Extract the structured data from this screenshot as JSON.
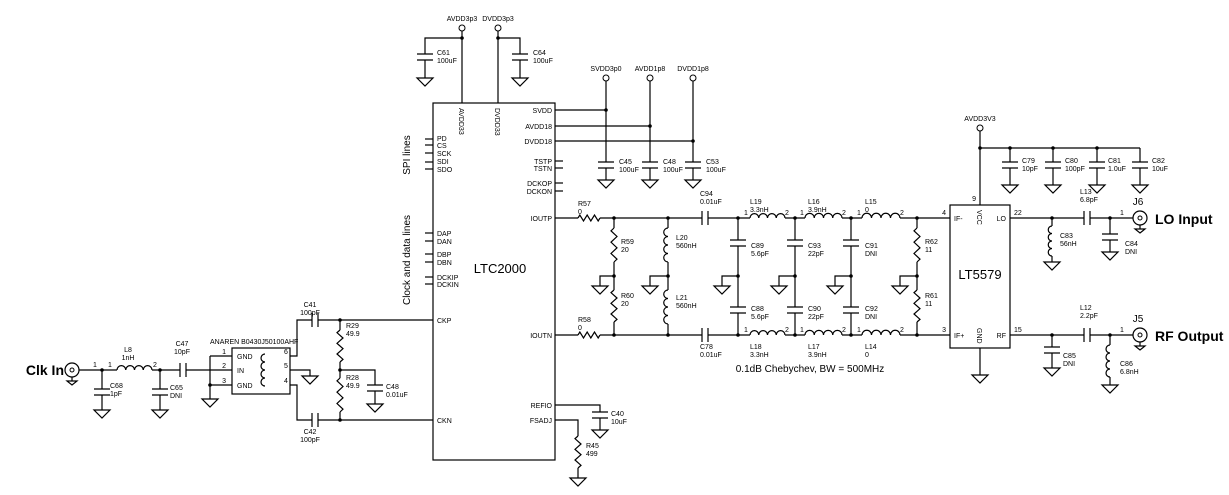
{
  "titles": {
    "clk_in": "Clk In",
    "lo_input": "LO Input",
    "rf_output": "RF Output",
    "ltc2000": "LTC2000",
    "lt5579": "LT5579",
    "transformer": "ANAREN B0430J50100AHF",
    "filter_note": "0.1dB Chebychev, BW = 500MHz",
    "spi_lines": "SPI lines",
    "clock_data_lines": "Clock and data lines",
    "j6": "J6",
    "j5": "J5"
  },
  "nets": {
    "avdd3p3": "AVDD3p3",
    "dvdd3p3": "DVDD3p3",
    "svdd3p0": "SVDD3p0",
    "avdd1p8": "AVDD1p8",
    "dvdd1p8": "DVDD1p8",
    "avdd3v3": "AVDD3V3"
  },
  "ltc_pins": {
    "pd": "PD",
    "cs": "CS",
    "sck": "SCK",
    "sdi": "SDI",
    "sdo": "SDO",
    "dap": "DAP",
    "dan": "DAN",
    "dbp": "DBP",
    "dbn": "DBN",
    "dckip": "DCKIP",
    "dckin": "DCKIN",
    "ckp": "CKP",
    "ckn": "CKN",
    "svdd": "SVDD",
    "avdd18": "AVDD18",
    "dvdd18": "DVDD18",
    "tstp": "TSTP",
    "tstn": "TSTN",
    "dckop": "DCKOP",
    "dckon": "DCKON",
    "ioutp": "IOUTP",
    "ioutn": "IOUTN",
    "refio": "REFIO",
    "fsadj": "FSADJ",
    "avdd33": "AVDD33",
    "dvdd33": "DVDD33"
  },
  "lt_pins": {
    "if_minus": "IF-",
    "if_plus": "IF+",
    "vcc": "VCC",
    "gnd": "GND",
    "lo": "LO",
    "rf": "RF",
    "n4": "4",
    "n3": "3",
    "n9": "9",
    "n22": "22",
    "n15": "15"
  },
  "xfmr_pins": {
    "gnd": "GND",
    "in": "IN",
    "n1": "1",
    "n2": "2",
    "n3": "3",
    "n4": "4",
    "n5": "5",
    "n6": "6"
  },
  "pin_numbers": {
    "one": "1",
    "two": "2"
  },
  "components": {
    "C68": {
      "ref": "C68",
      "value": "1pF"
    },
    "L8": {
      "ref": "L8",
      "value": "1nH"
    },
    "C65": {
      "ref": "C65",
      "value": "DNI"
    },
    "C47": {
      "ref": "C47",
      "value": "10pF"
    },
    "C41": {
      "ref": "C41",
      "value": "100pF"
    },
    "C42": {
      "ref": "C42",
      "value": "100pF"
    },
    "R29": {
      "ref": "R29",
      "value": "49.9"
    },
    "R28": {
      "ref": "R28",
      "value": "49.9"
    },
    "C48_clk": {
      "ref": "C48",
      "value": "0.01uF"
    },
    "C61": {
      "ref": "C61",
      "value": "100uF"
    },
    "C64": {
      "ref": "C64",
      "value": "100uF"
    },
    "C45": {
      "ref": "C45",
      "value": "100uF"
    },
    "C48_sup": {
      "ref": "C48",
      "value": "100uF"
    },
    "C53": {
      "ref": "C53",
      "value": "100uF"
    },
    "R57": {
      "ref": "R57",
      "value": "0"
    },
    "R58": {
      "ref": "R58",
      "value": "0"
    },
    "R59": {
      "ref": "R59",
      "value": "20"
    },
    "R60": {
      "ref": "R60",
      "value": "20"
    },
    "L20": {
      "ref": "L20",
      "value": "560nH"
    },
    "L21": {
      "ref": "L21",
      "value": "560nH"
    },
    "C94": {
      "ref": "C94",
      "value": "0.01uF"
    },
    "C78": {
      "ref": "C78",
      "value": "0.01uF"
    },
    "L19": {
      "ref": "L19",
      "value": "3.3nH"
    },
    "L16": {
      "ref": "L16",
      "value": "3.9nH"
    },
    "L15": {
      "ref": "L15",
      "value": "0"
    },
    "L18": {
      "ref": "L18",
      "value": "3.3nH"
    },
    "L17": {
      "ref": "L17",
      "value": "3.9nH"
    },
    "L14": {
      "ref": "L14",
      "value": "0"
    },
    "C89": {
      "ref": "C89",
      "value": "5.6pF"
    },
    "C88": {
      "ref": "C88",
      "value": "5.6pF"
    },
    "C93": {
      "ref": "C93",
      "value": "22pF"
    },
    "C90": {
      "ref": "C90",
      "value": "22pF"
    },
    "C91": {
      "ref": "C91",
      "value": "DNI"
    },
    "C92": {
      "ref": "C92",
      "value": "DNI"
    },
    "R62": {
      "ref": "R62",
      "value": "11"
    },
    "R61": {
      "ref": "R61",
      "value": "11"
    },
    "C79": {
      "ref": "C79",
      "value": "10pF"
    },
    "C80": {
      "ref": "C80",
      "value": "100pF"
    },
    "C81": {
      "ref": "C81",
      "value": "1.0uF"
    },
    "C82": {
      "ref": "C82",
      "value": "10uF"
    },
    "L13": {
      "ref": "L13",
      "value": "6.8pF"
    },
    "C83": {
      "ref": "C83",
      "value": "56nH"
    },
    "C84": {
      "ref": "C84",
      "value": "DNI"
    },
    "L12": {
      "ref": "L12",
      "value": "2.2pF"
    },
    "C85": {
      "ref": "C85",
      "value": "DNI"
    },
    "C86": {
      "ref": "C86",
      "value": "6.8nH"
    },
    "C40": {
      "ref": "C40",
      "value": "10uF"
    },
    "R45": {
      "ref": "R45",
      "value": "499"
    }
  }
}
